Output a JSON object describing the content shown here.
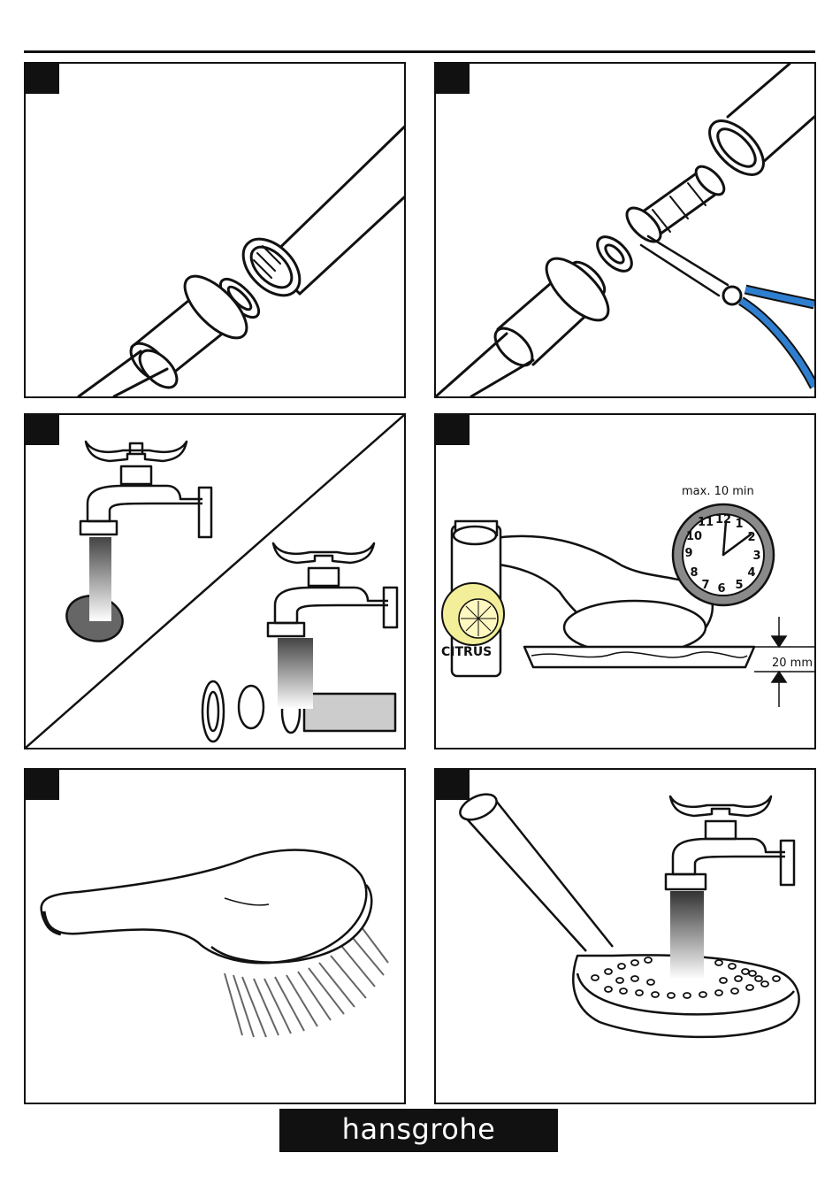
{
  "brand": {
    "name": "hansgrohe"
  },
  "panel4": {
    "timer_label": "max. 10 min",
    "bottle_label": "CITRUS",
    "depth_label": "20 mm",
    "clock_numbers": [
      "12",
      "1",
      "2",
      "3",
      "4",
      "5",
      "6",
      "7",
      "8",
      "9",
      "10",
      "11"
    ]
  },
  "colors": {
    "ink": "#111111",
    "pliers_blue": "#2f7fd0",
    "lemon": "#f2ee9a",
    "clock_rim": "#8a8a8a"
  }
}
